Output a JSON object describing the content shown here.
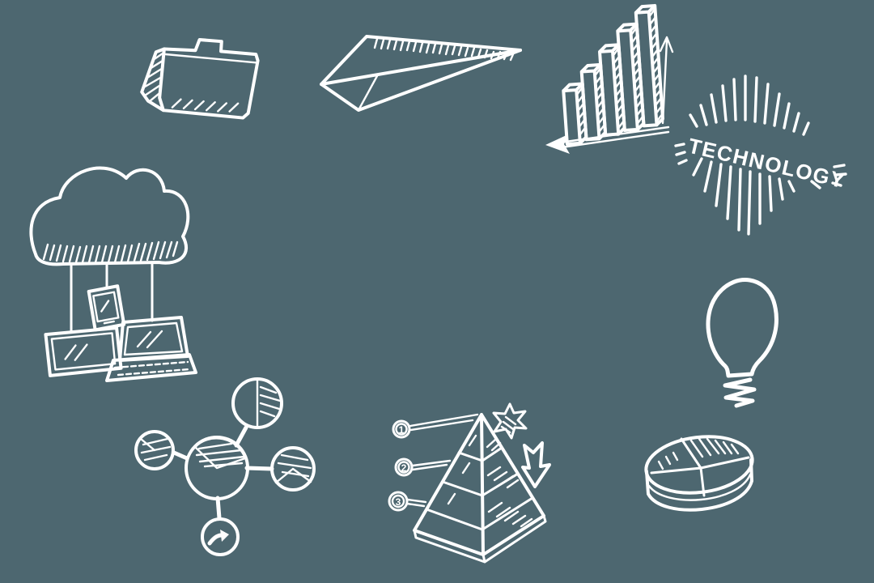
{
  "canvas": {
    "background": "#4d6770",
    "ink": "#ffffff",
    "style": "white hand-drawn doodle icons on slate background"
  },
  "icons": [
    {
      "name": "folder-icon"
    },
    {
      "name": "paper-plane-icon"
    },
    {
      "name": "bar-chart-3d-icon"
    },
    {
      "name": "technology-starburst"
    },
    {
      "name": "cloud-devices-icon"
    },
    {
      "name": "light-bulb-icon"
    },
    {
      "name": "network-pie-nodes-icon"
    },
    {
      "name": "pyramid-diagram-icon"
    },
    {
      "name": "pie-chart-3d-icon"
    }
  ],
  "technology": {
    "label": "TECHNOLOGY"
  },
  "pyramid": {
    "callouts": [
      "1",
      "2",
      "3"
    ]
  }
}
